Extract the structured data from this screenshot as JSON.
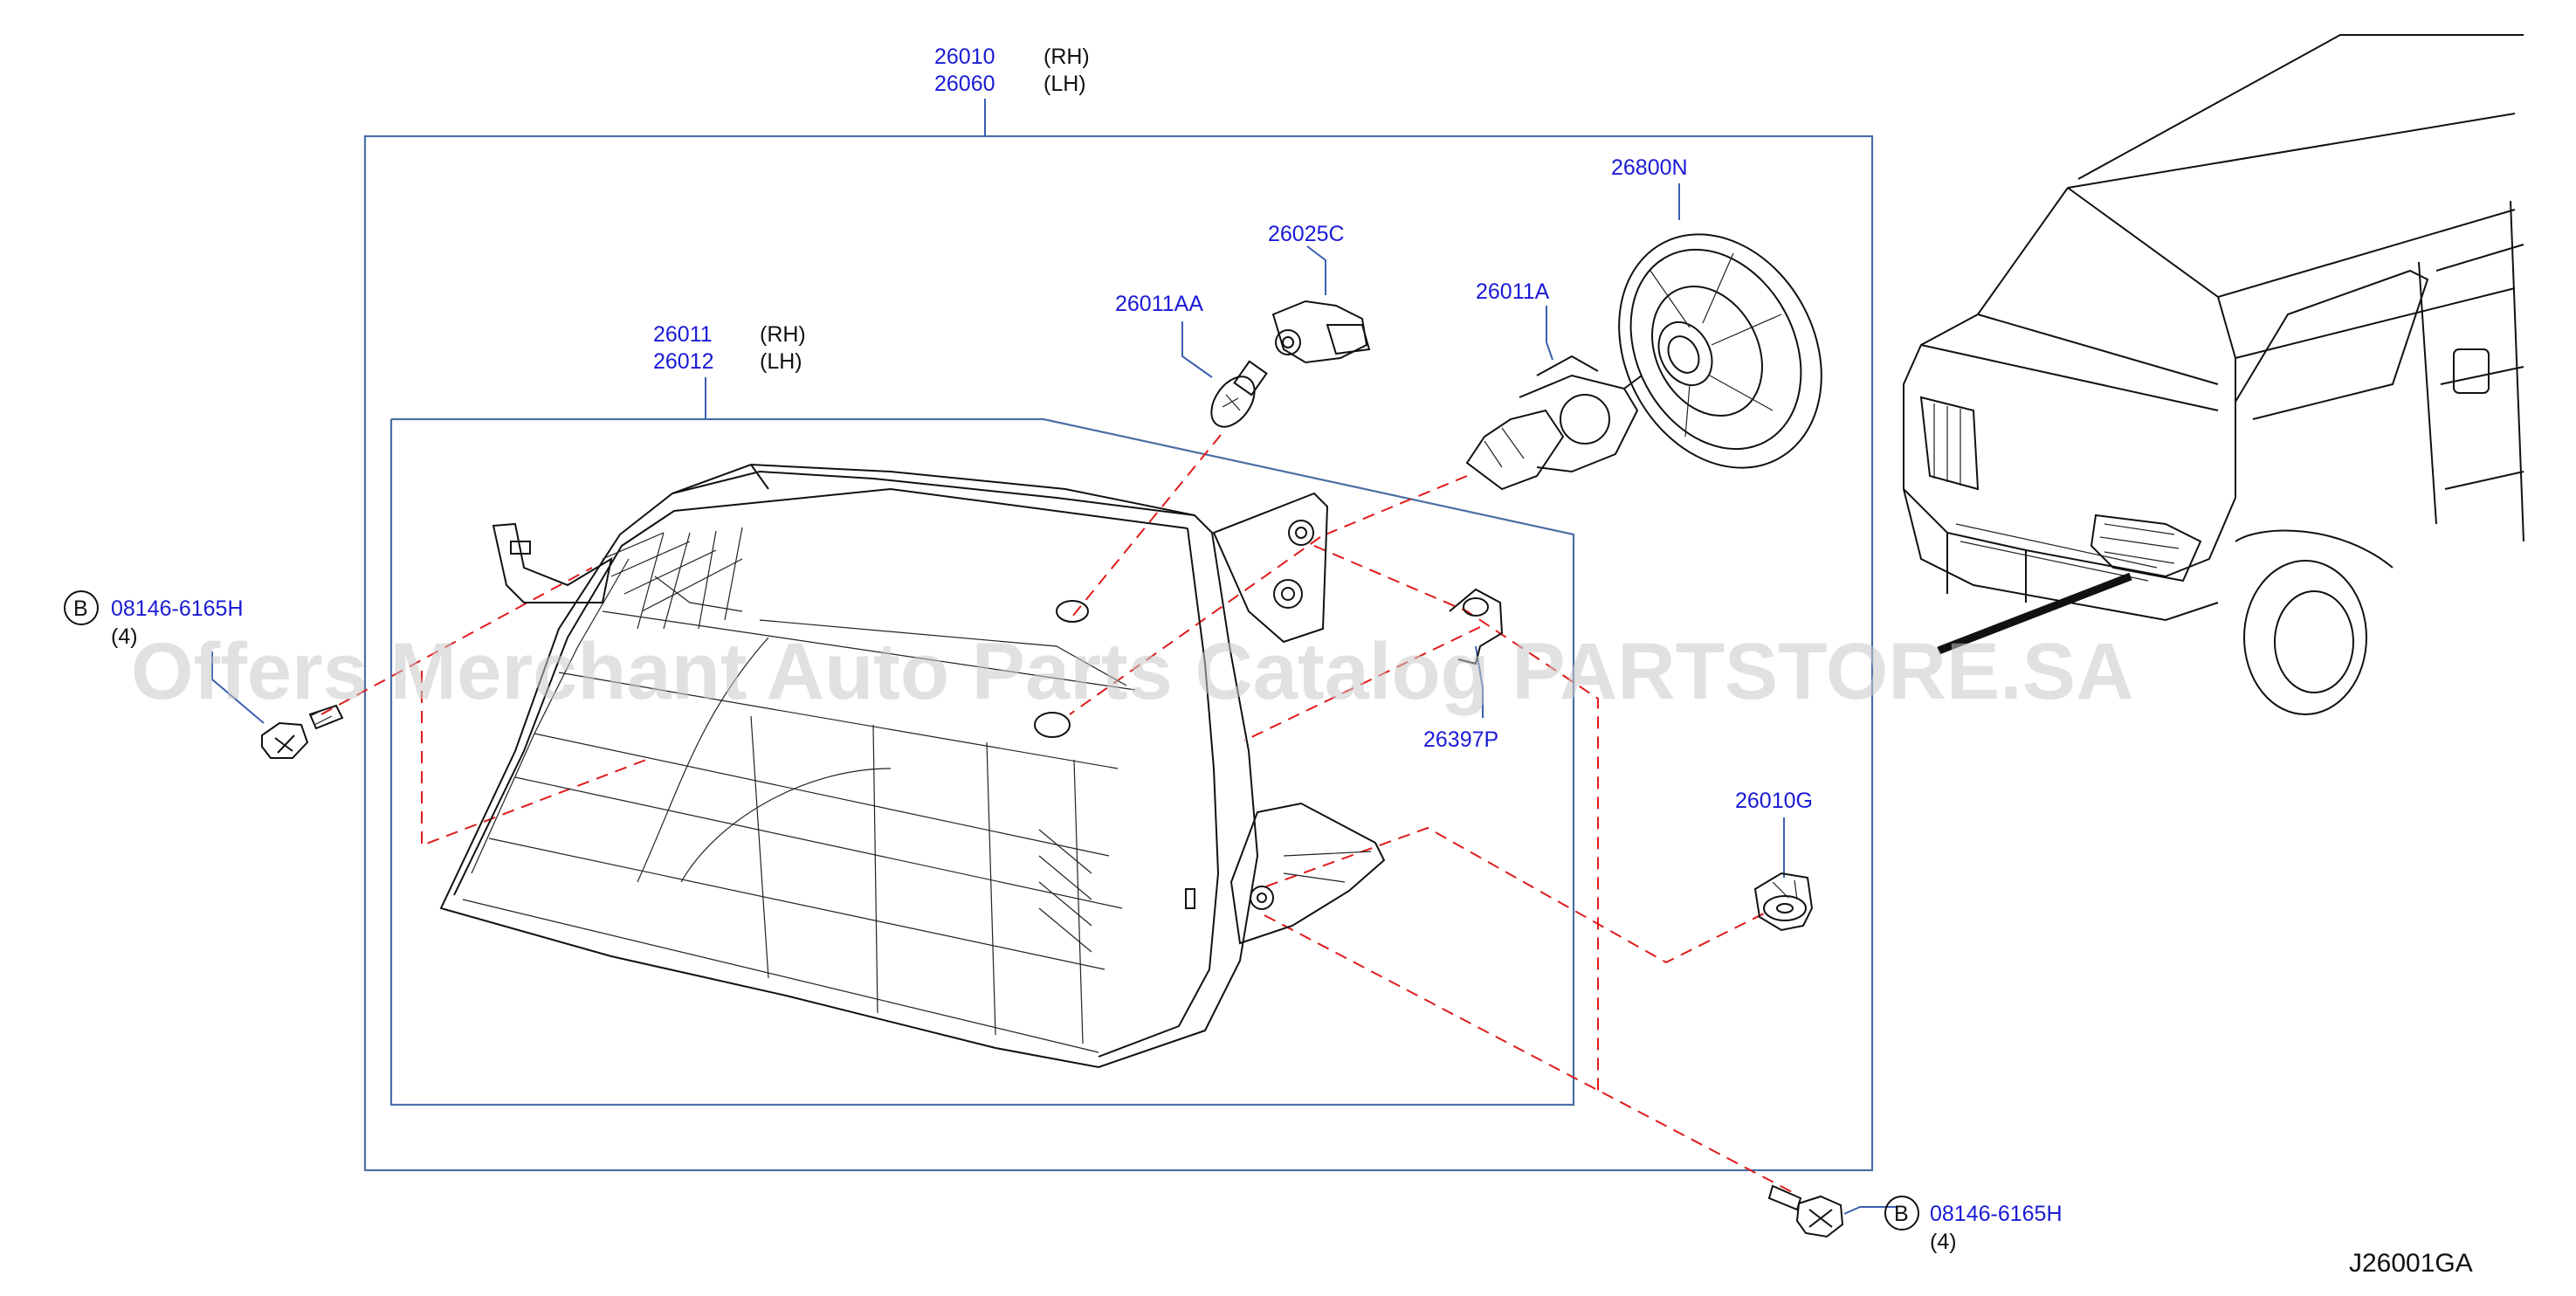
{
  "callouts": {
    "housing_assy": {
      "rh": "26010",
      "rh_side": "(RH)",
      "lh": "26060",
      "lh_side": "(LH)"
    },
    "lamp_unit": {
      "rh": "26011",
      "rh_side": "(RH)",
      "lh": "26012",
      "lh_side": "(LH)"
    },
    "bulb_small": "26011AA",
    "socket": "26025C",
    "bulb_halogen": "26011A",
    "bulb_cover": "26800N",
    "clip_bracket": "26397P",
    "grommet": "26010G",
    "bolt_left": {
      "symbol": "B",
      "part": "08146-6165H",
      "qty": "(4)"
    },
    "bolt_right": {
      "symbol": "B",
      "part": "08146-6165H",
      "qty": "(4)"
    }
  },
  "diagram_code": "J26001GA",
  "watermark": "Offers Merchant Auto Parts Catalog PARTSTORE.SA",
  "colors": {
    "part_number": "#1a1ad6",
    "frame": "#4a6fa5",
    "dashed_guide": "#e01b1b",
    "linework": "#111111",
    "watermark": "#c8c8c8"
  }
}
